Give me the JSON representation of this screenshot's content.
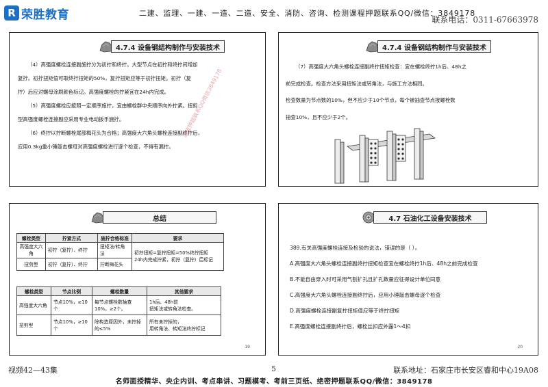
{
  "header": {
    "logo_mark": "R",
    "logo_text": "荣胜教育",
    "courses": "二建、监理、一建、一造、二造、安全、消防、咨询、检测课程押题联系QQ/微信：3849178",
    "phone": "联系电话：0311-67663978"
  },
  "slide1": {
    "title": "4.7.4 设备钢结构制作与安装技术",
    "lines": [
      "（4）高强度螺栓连接副施拧分为初拧和终拧。大型节点在初拧和终拧间增加",
      "复拧。初拧扭矩值可取终拧扭矩的50%，复拧扭矩应等于初拧扭矩。初拧（复",
      "拧）后应对螺母涂刷颜色标记。高强度螺栓的拧紧宜在24h内完成。",
      "（5）高强度螺栓应按照一定顺序施拧，宜由螺栓群中央顺序向外拧紧。扭剪",
      "型高强度螺栓连接副应采用专业电动扳手施拧。",
      "（6）终拧以拧断螺栓尾部梅花头为合格；高强度大六角头螺栓连接副终拧后，",
      "应用0.3kg重小锤敲击螺母对高强度螺栓进行逐个检查，不得有漏拧。"
    ],
    "watermark": "禁盗押题联系QQ微信3849178"
  },
  "slide2": {
    "title": "4.7.4 设备钢结构制作与安装技术",
    "lines": [
      "（7）高强度大六角头螺栓连接副终拧扭矩检查：宜在螺栓终拧1h后、48h之",
      "前完成检查。检查方法采用扭矩法或转角法，与施工方法相同。",
      "检查数量为节点数的10%，但不应少于10个节点，每个被抽查节点按螺栓数",
      "抽查10%，且不应少于2个。"
    ]
  },
  "slide3": {
    "title": "总结",
    "table1": {
      "headers": [
        "螺栓类型",
        "拧紧方式",
        "施拧合格标准",
        "要求"
      ],
      "rows": [
        [
          "高强度大六角",
          "初拧（复拧）、终拧",
          "扭矩法/转角法",
          "初拧扭矩=复拧扭矩=50%终拧扭矩\n24h内完成拧紧，初拧（复拧）后标记"
        ],
        [
          "扭剪型",
          "初拧（复拧）、终拧",
          "拧断梅花头",
          ""
        ]
      ]
    },
    "table2": {
      "headers": [
        "螺栓类型",
        "节点比例",
        "螺栓数量",
        "其他要求"
      ],
      "rows": [
        [
          "高强度大六角",
          "节点10%，≥10个",
          "每节点螺栓数抽查10%，≥2个。",
          "1h后、48h前\n扭矩法或转角法检查。"
        ],
        [
          "扭剪型",
          "节点10%，≥10个",
          "除构造原因外，未拧掉的≤5%",
          "所有未拧掉的，\n用转角法、转矩法终拧标记"
        ]
      ]
    },
    "page": "19"
  },
  "slide4": {
    "title": "4.7 石油化工设备安装技术",
    "question": "389.有关高强度螺栓连接及检验的说法，错误的是（    ）。",
    "options": [
      "A.高强度大六角头螺栓连接副终拧扭矩检查宜在螺栓终拧1h后、48h之前完成检查",
      "B.不能自由穿入时可采用气割扩孔且扩孔数量应征得设计单位同意",
      "C.高强度大六角头螺栓连接副终拧后，应用小锤敲击螺母逐个检查",
      "D.高强度螺栓连接副复拧扭矩值应等于终拧扭矩",
      "E.高强度螺栓连接副终拧后，螺栓丝扣应外露1～4扣"
    ],
    "page": "20"
  },
  "footer": {
    "left": "视频42—43集",
    "page": "5",
    "address": "联系地址：石家庄市长安区睿和中心19A08",
    "banner": "名师面授精华、央企内训、考点串讲、习题模考、考前三页纸、绝密押题联系QQ/微信：3849178"
  },
  "colors": {
    "brand": "#1c6fc2",
    "border": "#222222",
    "title_bg": "#f6f6f6"
  },
  "icons": [
    "rock-icon",
    "gear-badge-icon",
    "steel-beam-illustration"
  ]
}
